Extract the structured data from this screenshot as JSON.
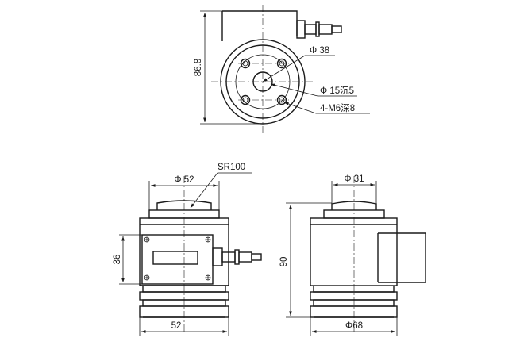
{
  "drawing": {
    "top_view": {
      "height_dim": "86.8",
      "hole_circle_dim": "Φ 38",
      "center_hole_dim": "Φ 15沉5",
      "thread_holes_dim": "4-M6深8"
    },
    "front_view": {
      "spherical_radius_dim": "SR100",
      "top_diameter_dim": "Φ 52",
      "height_dim": "36",
      "width_dim": "52"
    },
    "side_view": {
      "top_diameter_dim": "Φ 31",
      "height_dim": "90",
      "base_diameter_dim": "Φ68"
    }
  }
}
